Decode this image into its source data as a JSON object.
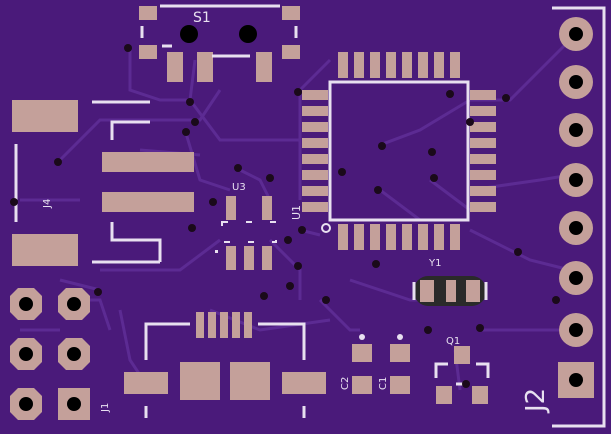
{
  "board": {
    "colors": {
      "soldermask": "#4a1a7a",
      "trace": "#5c2b93",
      "pad": "#c4a09a",
      "pad_dark": "#a88a84",
      "silkscreen": "#e8e0f0",
      "via": "#1a0a1a",
      "hole": "#000000",
      "crystal_body": "#2a2a2a"
    },
    "labels": {
      "s1": "S1",
      "u3": "U3",
      "u1": "U1",
      "j4": "J4",
      "y1": "Y1",
      "q1": "Q1",
      "c2": "C2",
      "c1": "C1",
      "j1": "J1",
      "j2": "J2"
    }
  }
}
